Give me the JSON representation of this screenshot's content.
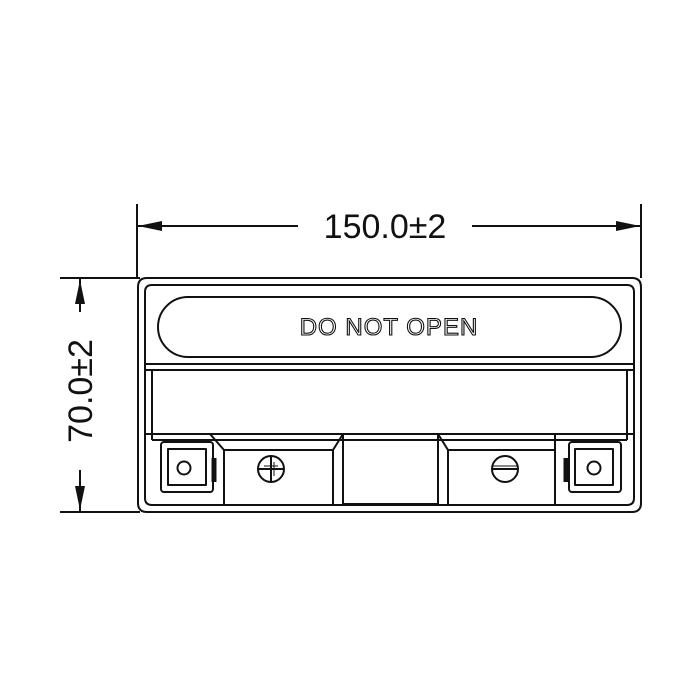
{
  "drawing": {
    "width_dimension": "150.0±2",
    "height_dimension": "70.0±2",
    "label_text": "DO NOT OPEN",
    "positive_terminal_symbol": "plus-in-circle",
    "negative_terminal_symbol": "minus-in-circle",
    "line_color": "#111111",
    "background_color": "#ffffff"
  }
}
